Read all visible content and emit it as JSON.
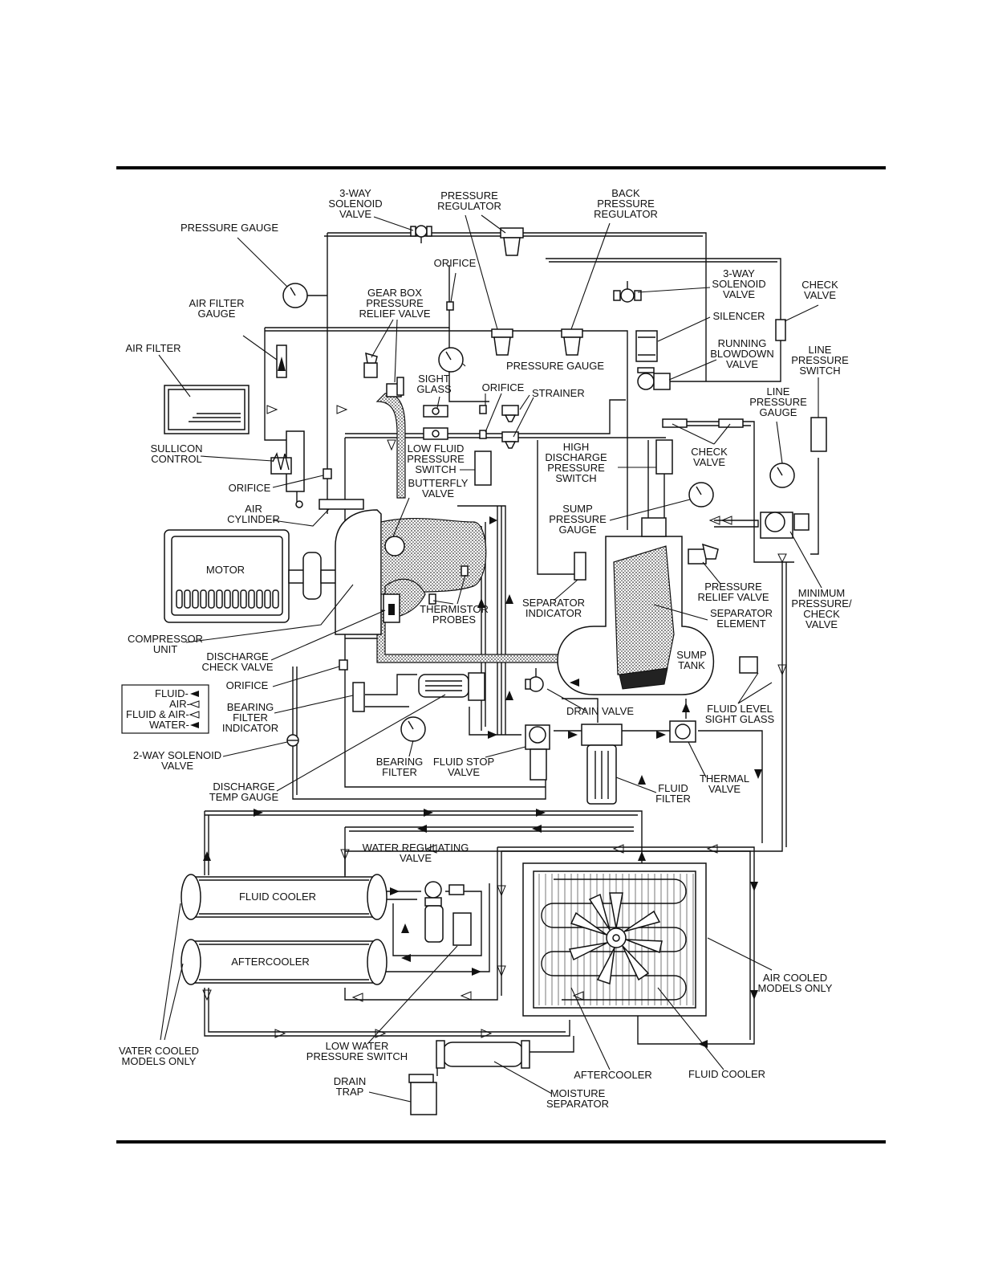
{
  "labels": {
    "three_way_solenoid_valve_top": [
      "3-WAY",
      "SOLENOID",
      "VALVE"
    ],
    "pressure_regulator": [
      "PRESSURE",
      "REGULATOR"
    ],
    "back_pressure_regulator": [
      "BACK",
      "PRESSURE",
      "REGULATOR"
    ],
    "pressure_gauge_top": [
      "PRESSURE GAUGE"
    ],
    "orifice_top": [
      "ORIFICE"
    ],
    "three_way_solenoid_valve_right": [
      "3-WAY",
      "SOLENOID",
      "VALVE"
    ],
    "check_valve_top": [
      "CHECK",
      "VALVE"
    ],
    "air_filter_gauge": [
      "AIR FILTER",
      "GAUGE"
    ],
    "gear_box_prv": [
      "GEAR BOX",
      "PRESSURE",
      "RELIEF VALVE"
    ],
    "silencer": [
      "SILENCER"
    ],
    "air_filter": [
      "AIR FILTER"
    ],
    "pressure_gauge_mid": [
      "PRESSURE GAUGE"
    ],
    "running_blowdown_valve": [
      "RUNNING",
      "BLOWDOWN",
      "VALVE"
    ],
    "line_pressure_switch": [
      "LINE",
      "PRESSURE",
      "SWITCH"
    ],
    "sight_glass": [
      "SIGHT",
      "GLASS"
    ],
    "orifice_mid": [
      "ORIFICE"
    ],
    "strainer": [
      "STRAINER"
    ],
    "line_pressure_gauge": [
      "LINE",
      "PRESSURE",
      "GAUGE"
    ],
    "sullicon_control": [
      "SULLICON",
      "CONTROL"
    ],
    "low_fluid_pressure_switch": [
      "LOW FLUID",
      "PRESSURE",
      "SWITCH"
    ],
    "high_discharge_pressure_switch": [
      "HIGH",
      "DISCHARGE",
      "PRESSURE",
      "SWITCH"
    ],
    "check_valve_mid": [
      "CHECK",
      "VALVE"
    ],
    "orifice_left": [
      "ORIFICE"
    ],
    "butterfly_valve": [
      "BUTTERFLY",
      "VALVE"
    ],
    "air_cylinder": [
      "AIR",
      "CYLINDER"
    ],
    "sump_pressure_gauge": [
      "SUMP",
      "PRESSURE",
      "GAUGE"
    ],
    "motor": [
      "MOTOR"
    ],
    "pressure_relief_valve": [
      "PRESSURE",
      "RELIEF VALVE"
    ],
    "minimum_pressure_check_valve": [
      "MINIMUM",
      "PRESSURE/",
      "CHECK",
      "VALVE"
    ],
    "separator_indicator": [
      "SEPARATOR",
      "INDICATOR"
    ],
    "thermistor_probes": [
      "THERMISTOR",
      "PROBES"
    ],
    "separator_element": [
      "SEPARATOR",
      "ELEMENT"
    ],
    "compressor_unit": [
      "COMPRESSOR",
      "UNIT"
    ],
    "discharge_check_valve": [
      "DISCHARGE",
      "CHECK VALVE"
    ],
    "sump_tank": [
      "SUMP",
      "TANK"
    ],
    "orifice_lower": [
      "ORIFICE"
    ],
    "bearing_filter_indicator": [
      "BEARING",
      "FILTER",
      "INDICATOR"
    ],
    "drain_valve": [
      "DRAIN VALVE"
    ],
    "fluid_level_sight_glass": [
      "FLUID LEVEL",
      "SIGHT GLASS"
    ],
    "two_way_solenoid_valve": [
      "2-WAY SOLENOID",
      "VALVE"
    ],
    "bearing_filter": [
      "BEARING",
      "FILTER"
    ],
    "fluid_stop_valve": [
      "FLUID STOP",
      "VALVE"
    ],
    "thermal_valve": [
      "THERMAL",
      "VALVE"
    ],
    "discharge_temp_gauge": [
      "DISCHARGE",
      "TEMP GAUGE"
    ],
    "fluid_filter": [
      "FLUID",
      "FILTER"
    ],
    "water_regulating_valve": [
      "WATER REGULATING",
      "VALVE"
    ],
    "fluid_cooler_water": [
      "FLUID COOLER"
    ],
    "aftercooler_water": [
      "AFTERCOOLER"
    ],
    "air_cooled_models_only": [
      "AIR COOLED",
      "MODELS ONLY"
    ],
    "water_cooled_models_only": [
      "VATER COOLED",
      "MODELS ONLY"
    ],
    "low_water_pressure_switch": [
      "LOW WATER",
      "PRESSURE SWITCH"
    ],
    "aftercooler_air": [
      "AFTERCOOLER"
    ],
    "fluid_cooler_air": [
      "FLUID COOLER"
    ],
    "drain_trap": [
      "DRAIN",
      "TRAP"
    ],
    "moisture_separator": [
      "MOISTURE",
      "SEPARATOR"
    ]
  },
  "legend": {
    "fluid": "FLUID-",
    "air": "AIR-",
    "fluid_air": "FLUID & AIR-",
    "water": "WATER-"
  }
}
